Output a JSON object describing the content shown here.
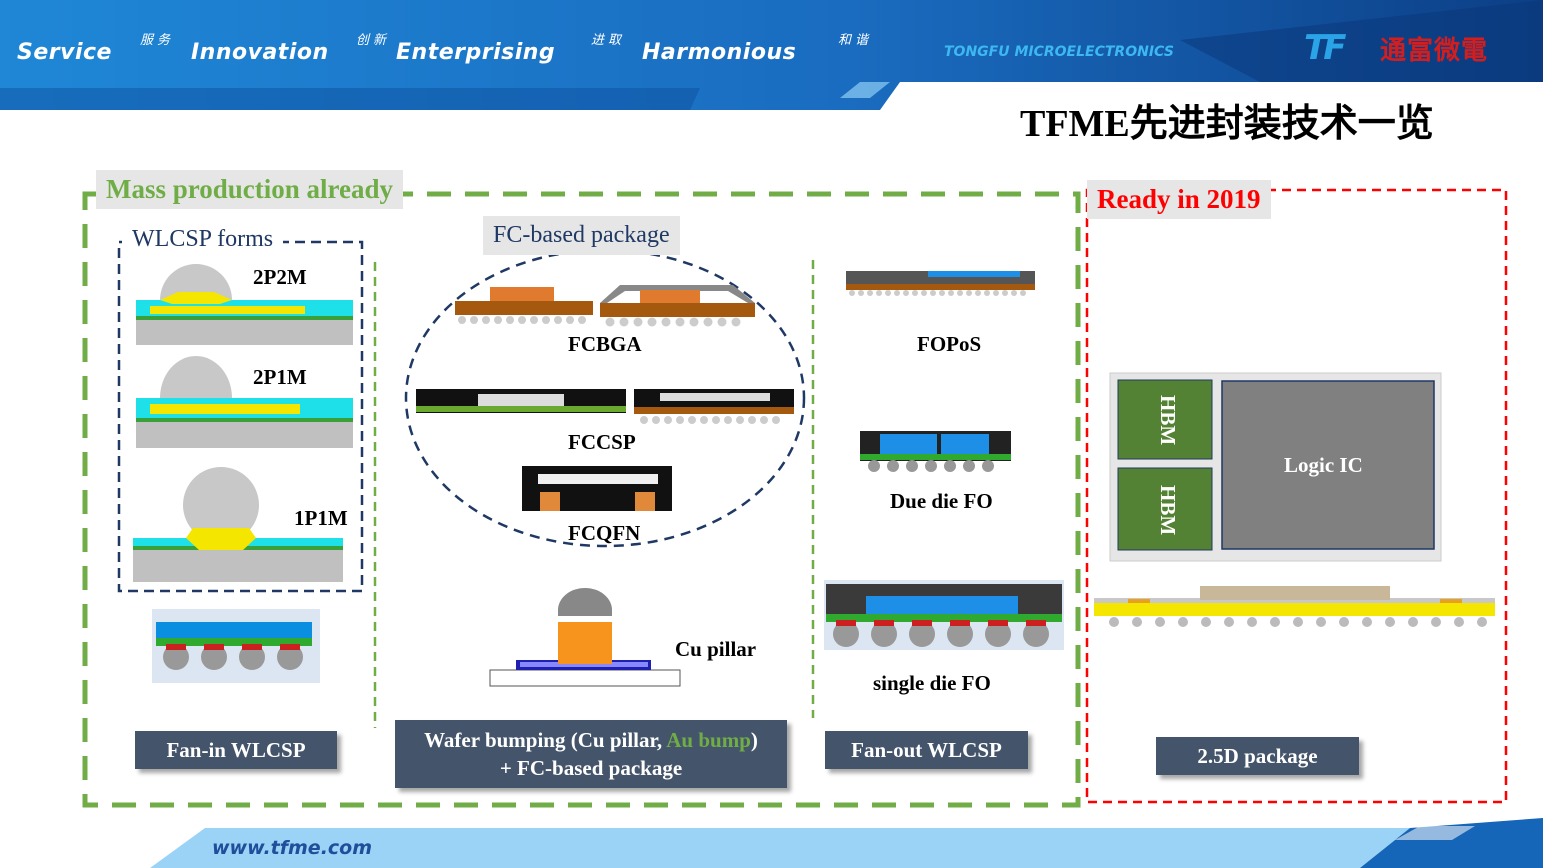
{
  "header": {
    "slogans": [
      {
        "en": "Service",
        "cn": "服务"
      },
      {
        "en": "Innovation",
        "cn": "创新"
      },
      {
        "en": "Enterprising",
        "cn": "进取"
      },
      {
        "en": "Harmonious",
        "cn": "和谐"
      }
    ],
    "brand_en": "TONGFU MICROELECTRONICS",
    "brand_cn": "通富微電",
    "logo_mark": "TF"
  },
  "title": "TFME先进封装技术一览",
  "mass_production": {
    "label": "Mass production already",
    "wlcsp": {
      "label": "WLCSP forms",
      "forms": [
        "2P2M",
        "2P1M",
        "1P1M"
      ],
      "button": "Fan-in WLCSP"
    },
    "fc": {
      "label": "FC-based package",
      "types": [
        "FCBGA",
        "FCCSP",
        "FCQFN"
      ],
      "pillar_label": "Cu pillar",
      "button_line1_a": "Wafer bumping (Cu pillar, ",
      "button_line1_b": "Au bump",
      "button_line1_c": ")",
      "button_line2": "+ FC-based package"
    },
    "fanout": {
      "types": [
        "FOPoS",
        "Due die FO",
        "single die FO"
      ],
      "button": "Fan-out WLCSP"
    }
  },
  "ready": {
    "label": "Ready in 2019",
    "hbm_labels": [
      "HBM",
      "HBM"
    ],
    "logic_label": "Logic IC",
    "button": "2.5D package"
  },
  "footer": {
    "url": "www.tfme.com"
  },
  "colors": {
    "header_blue": "#1565b8",
    "green_dash": "#70ad47",
    "red_dash": "#ff0000",
    "navy_dash": "#1f3864",
    "button_bg": "#44546a",
    "title_green": "#70ad47",
    "title_red": "#ff0000"
  }
}
